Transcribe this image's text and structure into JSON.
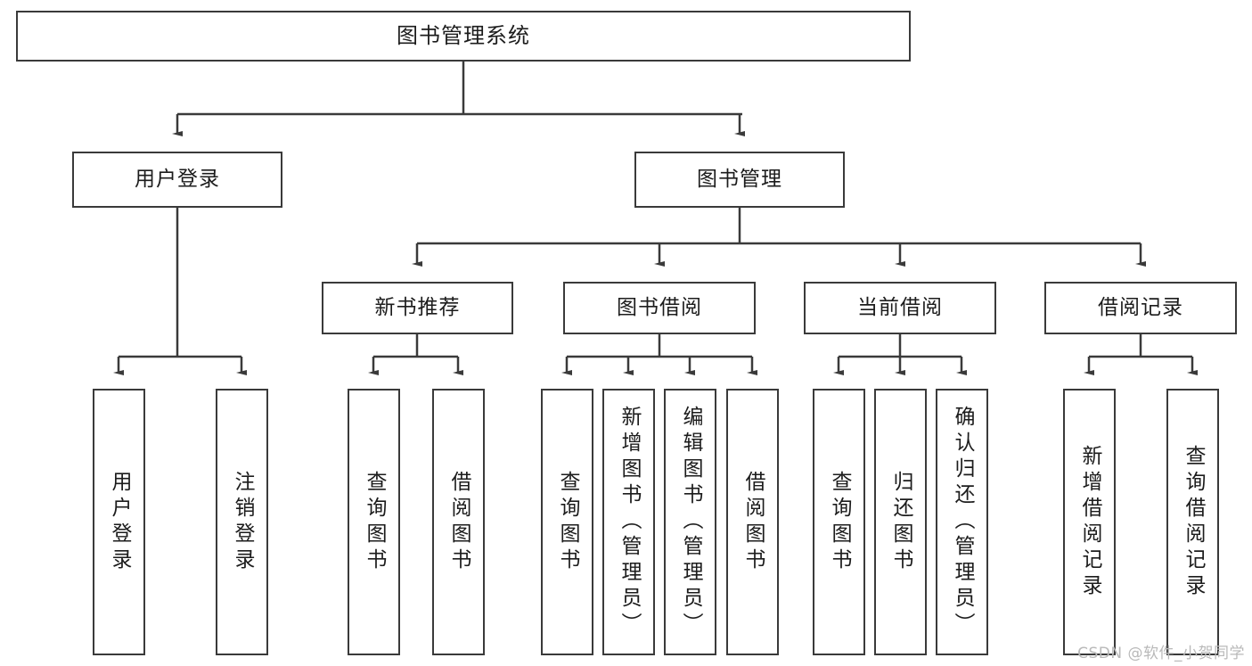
{
  "diagram": {
    "title": "图书管理系统",
    "type": "tree-flowchart",
    "stroke_color": "#3a3a3a",
    "background_color": "#ffffff",
    "text_color": "#1c1c1c"
  },
  "nodes": {
    "root": {
      "label": "图书管理系统"
    },
    "level2": [
      {
        "id": "user-login",
        "label": "用户登录"
      },
      {
        "id": "book-manage",
        "label": "图书管理"
      }
    ],
    "level3": [
      {
        "id": "new-book-recommend",
        "label": "新书推荐"
      },
      {
        "id": "book-borrow",
        "label": "图书借阅"
      },
      {
        "id": "current-borrow",
        "label": "当前借阅"
      },
      {
        "id": "borrow-record",
        "label": "借阅记录"
      }
    ],
    "leaves": {
      "user_login": [
        {
          "id": "leaf-user-login",
          "label": "用户登录"
        },
        {
          "id": "leaf-logout-login",
          "label": "注销登录"
        }
      ],
      "new_book_recommend": [
        {
          "id": "leaf-query-book-1",
          "label": "查询图书"
        },
        {
          "id": "leaf-borrow-book-1",
          "label": "借阅图书"
        }
      ],
      "book_borrow": [
        {
          "id": "leaf-query-book-2",
          "label": "查询图书"
        },
        {
          "id": "leaf-add-book",
          "label": "新增图书（管理员）"
        },
        {
          "id": "leaf-edit-book",
          "label": "编辑图书（管理员）"
        },
        {
          "id": "leaf-borrow-book-2",
          "label": "借阅图书"
        }
      ],
      "current_borrow": [
        {
          "id": "leaf-query-book-3",
          "label": "查询图书"
        },
        {
          "id": "leaf-return-book",
          "label": "归还图书"
        },
        {
          "id": "leaf-confirm-return",
          "label": "确认归还（管理员）"
        }
      ],
      "borrow_record": [
        {
          "id": "leaf-add-record",
          "label": "新增借阅记录"
        },
        {
          "id": "leaf-query-record",
          "label": "查询借阅记录"
        }
      ]
    }
  },
  "watermark": {
    "text": "CSDN @软件_小贺同学"
  }
}
